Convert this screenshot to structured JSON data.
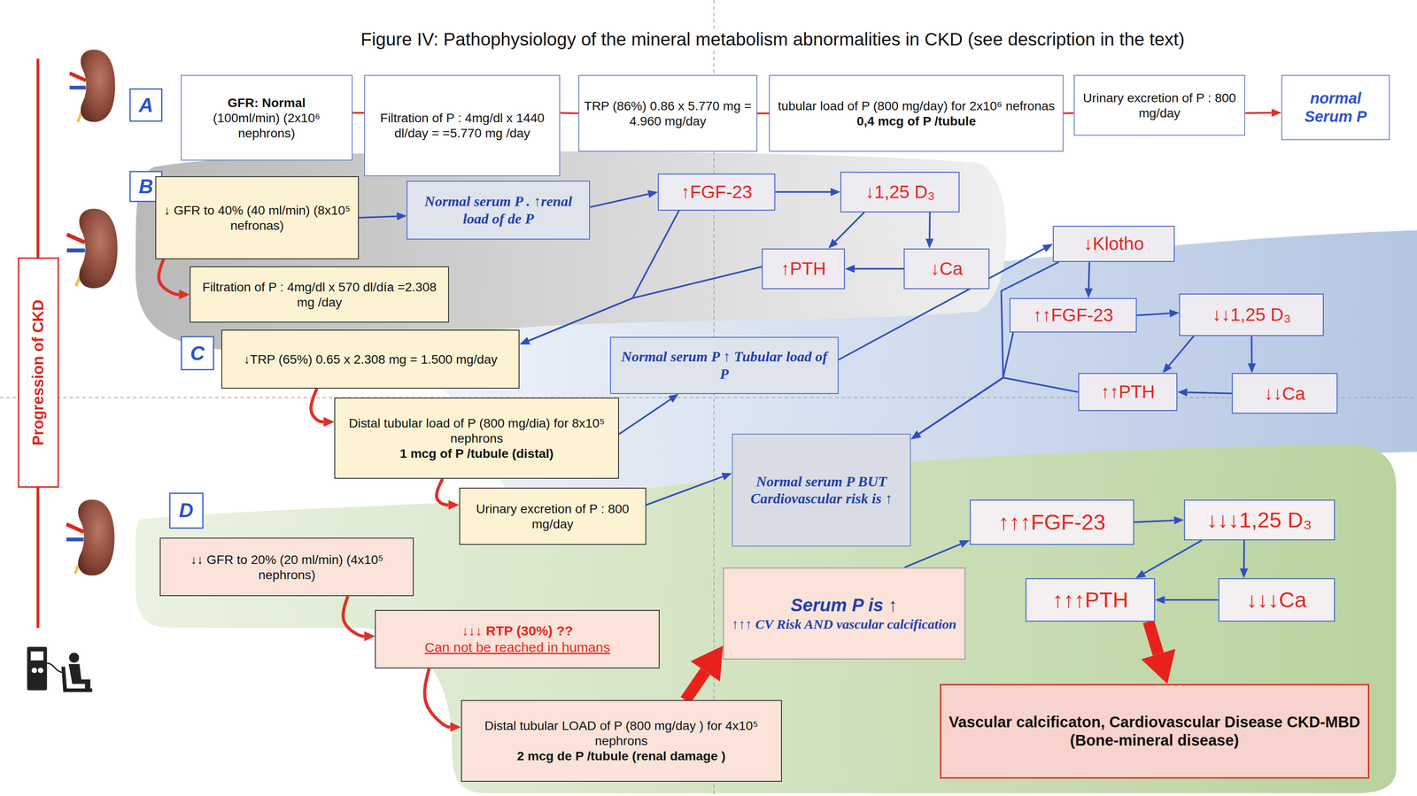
{
  "diagram": {
    "title": "Figure IV: Pathophysiology of the mineral metabolism abnormalities in CKD (see description in the text)",
    "nodes": [
      {
        "text": [
          "A"
        ]
      },
      {
        "text": [
          "GFR: Normal",
          "(100ml/min) (2x10⁶ nephrons)"
        ]
      },
      {
        "text": [
          "Filtration of P : 4mg/dl x 1440 dl/day = =5.770 mg /day"
        ]
      },
      {
        "text": [
          "TRP (86%) 0.86 x 5.770 mg = 4.960 mg/day"
        ]
      },
      {
        "text": [
          "tubular load of P (800 mg/day) for 2x10⁶ nefronas",
          "0,4 mcg of P /tubule"
        ]
      },
      {
        "text": [
          "Urinary excretion of P : 800 mg/day"
        ]
      },
      {
        "text": [
          "normal Serum P"
        ]
      },
      {
        "text": [
          "B"
        ]
      },
      {
        "text": [
          "↓ GFR to 40% (40 ml/min) (8x10⁵ nefronas)"
        ]
      },
      {
        "text": [
          "Normal serum P . ↑renal load of de P"
        ]
      },
      {
        "text": [
          "↑FGF-23"
        ]
      },
      {
        "text": [
          "↓1,25 D₃"
        ]
      },
      {
        "text": [
          "↑PTH"
        ]
      },
      {
        "text": [
          "↓Ca"
        ]
      },
      {
        "text": [
          "Filtration of P : 4mg/dl x 570 dl/día =2.308 mg /day"
        ]
      },
      {
        "text": [
          "C"
        ]
      },
      {
        "text": [
          "↓TRP (65%) 0.65 x 2.308 mg = 1.500 mg/day"
        ]
      },
      {
        "text": [
          "Normal serum P ↑ Tubular load of P"
        ]
      },
      {
        "text": [
          "↓Klotho"
        ]
      },
      {
        "text": [
          "↑↑FGF-23"
        ]
      },
      {
        "text": [
          "↓↓1,25 D₃"
        ]
      },
      {
        "text": [
          "↑↑PTH"
        ]
      },
      {
        "text": [
          "↓↓Ca"
        ]
      },
      {
        "text": [
          "Distal tubular load of P (800 mg/dia) for 8x10⁵ nephrons",
          "1 mcg of P /tubule (distal)"
        ]
      },
      {
        "text": [
          "Normal serum P BUT Cardiovascular risk is ↑"
        ]
      },
      {
        "text": [
          "Urinary excretion of P : 800 mg/day"
        ]
      },
      {
        "text": [
          "D"
        ]
      },
      {
        "text": [
          "↓↓ GFR to 20% (20 ml/min) (4x10⁵ nephrons)"
        ]
      },
      {
        "text": [
          "↓↓↓ RTP (30%) ??",
          "Can not be reached in humans"
        ]
      },
      {
        "text": [
          "↑↑↑FGF-23"
        ]
      },
      {
        "text": [
          "↓↓↓1,25 D₃"
        ]
      },
      {
        "text": [
          "Serum P is ↑",
          "↑↑↑ CV Risk AND vascular calcification"
        ]
      },
      {
        "text": [
          "↑↑↑PTH"
        ]
      },
      {
        "text": [
          "↓↓↓Ca"
        ]
      },
      {
        "text": [
          "Distal tubular LOAD of P (800 mg/day ) for 4x10⁵ nephrons",
          "2 mcg de P /tubule (renal damage )"
        ]
      },
      {
        "text": [
          "Vascular calcificaton, Cardiovascular Disease CKD-MBD (Bone-mineral disease)"
        ]
      },
      {
        "text": [
          "Progression of CKD"
        ]
      }
    ],
    "edges": [
      {
        "from": 1,
        "to": 2,
        "arrow": "none"
      },
      {
        "from": 2,
        "to": 3,
        "arrow": "none"
      },
      {
        "from": 3,
        "to": 4,
        "arrow": "none"
      },
      {
        "from": 4,
        "to": 5,
        "arrow": "none"
      },
      {
        "from": 5,
        "to": 6,
        "arrow": "to"
      },
      {
        "from": 8,
        "to": 9,
        "arrow": "to"
      },
      {
        "from": 9,
        "to": 10,
        "arrow": "to"
      },
      {
        "from": 10,
        "to": 11,
        "arrow": "to"
      },
      {
        "from": 11,
        "to": 12,
        "arrow": "to"
      },
      {
        "from": 11,
        "to": 13,
        "arrow": "to"
      },
      {
        "from": 13,
        "to": 12,
        "arrow": "to"
      },
      {
        "from": 10,
        "to": 16,
        "arrow": "to"
      },
      {
        "from": 12,
        "to": 16,
        "arrow": "to"
      },
      {
        "from": 23,
        "to": 17,
        "arrow": "to"
      },
      {
        "from": 17,
        "to": 18,
        "arrow": "to"
      },
      {
        "from": 18,
        "to": 19,
        "arrow": "to"
      },
      {
        "from": 19,
        "to": 20,
        "arrow": "to"
      },
      {
        "from": 20,
        "to": 21,
        "arrow": "to"
      },
      {
        "from": 20,
        "to": 22,
        "arrow": "to"
      },
      {
        "from": 22,
        "to": 21,
        "arrow": "to"
      },
      {
        "from": 18,
        "to": 24,
        "arrow": "to"
      },
      {
        "from": 19,
        "to": 24,
        "arrow": "to"
      },
      {
        "from": 21,
        "to": 24,
        "arrow": "to"
      },
      {
        "from": 25,
        "to": 24,
        "arrow": "to"
      },
      {
        "from": 31,
        "to": 29,
        "arrow": "to"
      },
      {
        "from": 29,
        "to": 30,
        "arrow": "to"
      },
      {
        "from": 30,
        "to": 32,
        "arrow": "to"
      },
      {
        "from": 30,
        "to": 33,
        "arrow": "to"
      },
      {
        "from": 33,
        "to": 32,
        "arrow": "to"
      },
      {
        "from": 32,
        "to": 35,
        "arrow": "to"
      },
      {
        "from": 34,
        "to": 31,
        "arrow": "to"
      },
      {
        "from": 8,
        "to": 14,
        "arrow": "to"
      },
      {
        "from": 16,
        "to": 23,
        "arrow": "to"
      },
      {
        "from": 23,
        "to": 25,
        "arrow": "to"
      },
      {
        "from": 27,
        "to": 28,
        "arrow": "to"
      },
      {
        "from": 28,
        "to": 34,
        "arrow": "to"
      }
    ]
  }
}
